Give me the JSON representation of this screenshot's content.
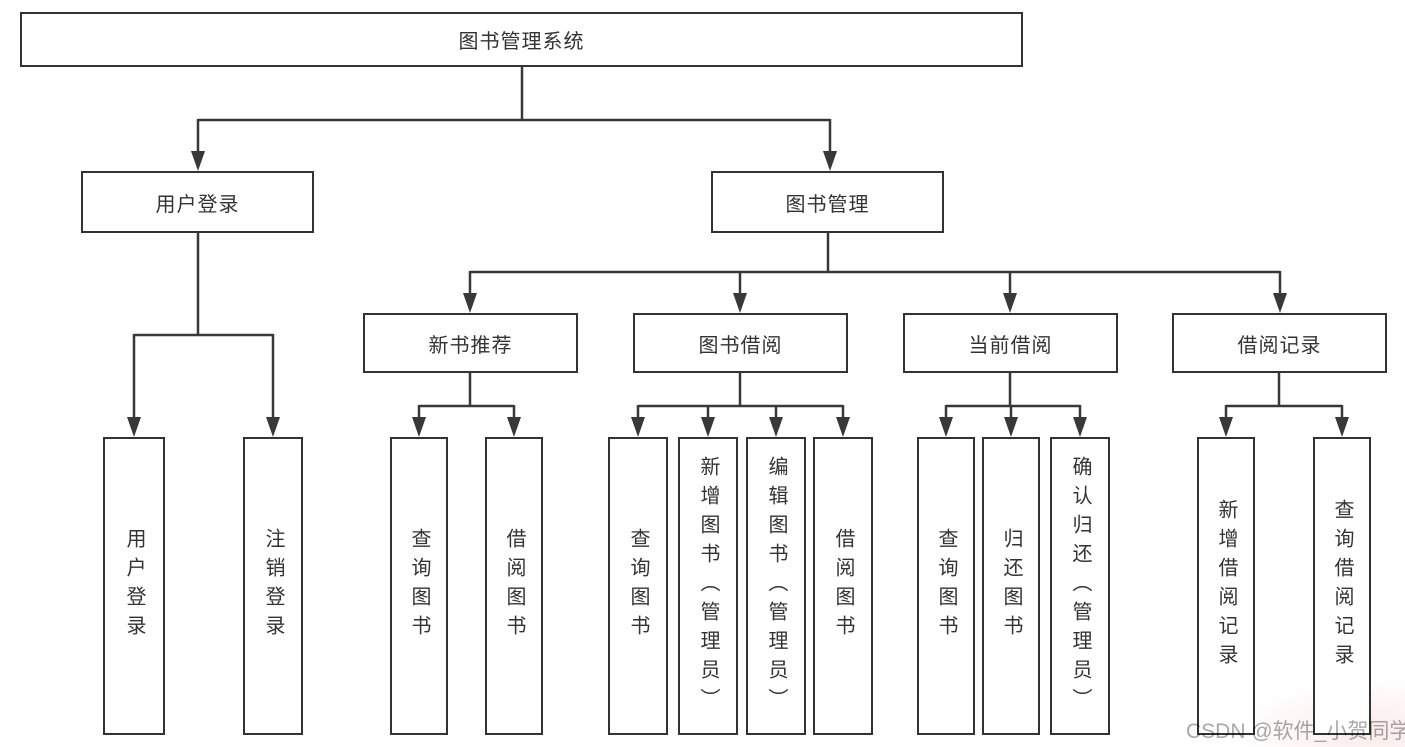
{
  "root": {
    "label": "图书管理系统"
  },
  "branches": {
    "user_login": {
      "label": "用户登录",
      "children": [
        {
          "label": "用户登录"
        },
        {
          "label": "注销登录"
        }
      ]
    },
    "book_management": {
      "label": "图书管理",
      "sections": [
        {
          "label": "新书推荐",
          "children": [
            {
              "label": "查询图书"
            },
            {
              "label": "借阅图书"
            }
          ]
        },
        {
          "label": "图书借阅",
          "children": [
            {
              "label": "查询图书"
            },
            {
              "label": "新增图书（管理员）"
            },
            {
              "label": "编辑图书（管理员）"
            },
            {
              "label": "借阅图书"
            }
          ]
        },
        {
          "label": "当前借阅",
          "children": [
            {
              "label": "查询图书"
            },
            {
              "label": "归还图书"
            },
            {
              "label": "确认归还（管理员）"
            }
          ]
        },
        {
          "label": "借阅记录",
          "children": [
            {
              "label": "新增借阅记录"
            },
            {
              "label": "查询借阅记录"
            }
          ]
        }
      ]
    }
  },
  "watermark": {
    "text": "CSDN @软件_小贺同学"
  },
  "colors": {
    "line": "#383838",
    "box_border": "#333333",
    "text": "#333333",
    "box_background": "#ffffff",
    "background": "#ffffff",
    "watermark": "#a9a9a9"
  }
}
